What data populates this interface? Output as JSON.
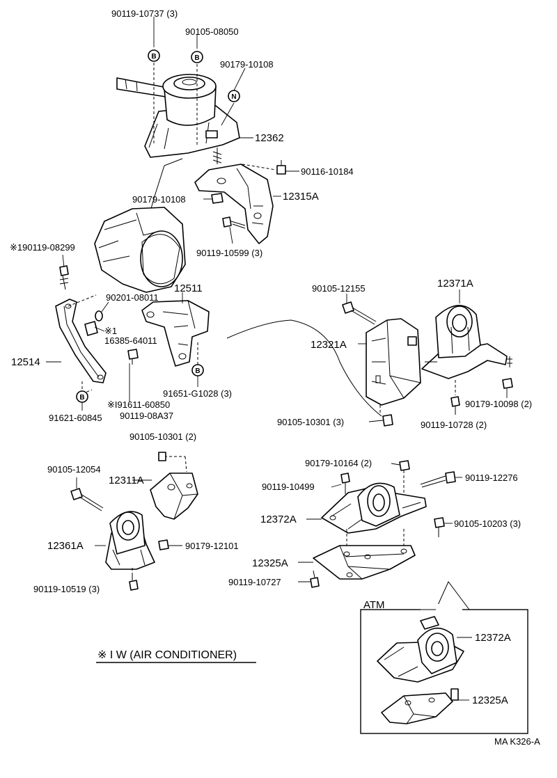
{
  "labels": {
    "l1": "90119-10737 (3)",
    "l2": "90105-08050",
    "l3": "90179-10108",
    "l4": "12362",
    "l5": "90116-10184",
    "l6": "90179-10108",
    "l7": "12315A",
    "l8": "90119-10599 (3)",
    "l9": "※190119-08299",
    "l10": "12511",
    "l11": "90201-08011",
    "l12": "※1",
    "l13": "16385-64011",
    "l14": "12514",
    "l15": "91651-G1028 (3)",
    "l16": "91621-60845",
    "l17": "※I91611-60850",
    "l18": "90119-08A37",
    "l19": "90105-12155",
    "l20": "12371A",
    "l21": "12321A",
    "l22": "90179-10098 (2)",
    "l23": "90105-10301 (3)",
    "l24": "90119-10728 (2)",
    "l25": "90105-10301 (2)",
    "l26": "90105-12054",
    "l27": "12311A",
    "l28": "12361A",
    "l29": "90179-12101",
    "l30": "90119-10519 (3)",
    "l31": "90179-10164 (2)",
    "l32": "90119-10499",
    "l33": "90119-12276",
    "l34": "12372A",
    "l35": "90105-10203 (3)",
    "l36": "12325A",
    "l37": "90119-10727",
    "l38": "ATM",
    "l39": "12372A",
    "l40": "12325A",
    "note": "※ I W (AIR CONDITIONER)",
    "ref": "MA K326-A"
  },
  "callouts": {
    "b1": "B",
    "b2": "B",
    "n1": "N",
    "b3": "B",
    "b4": "B"
  }
}
